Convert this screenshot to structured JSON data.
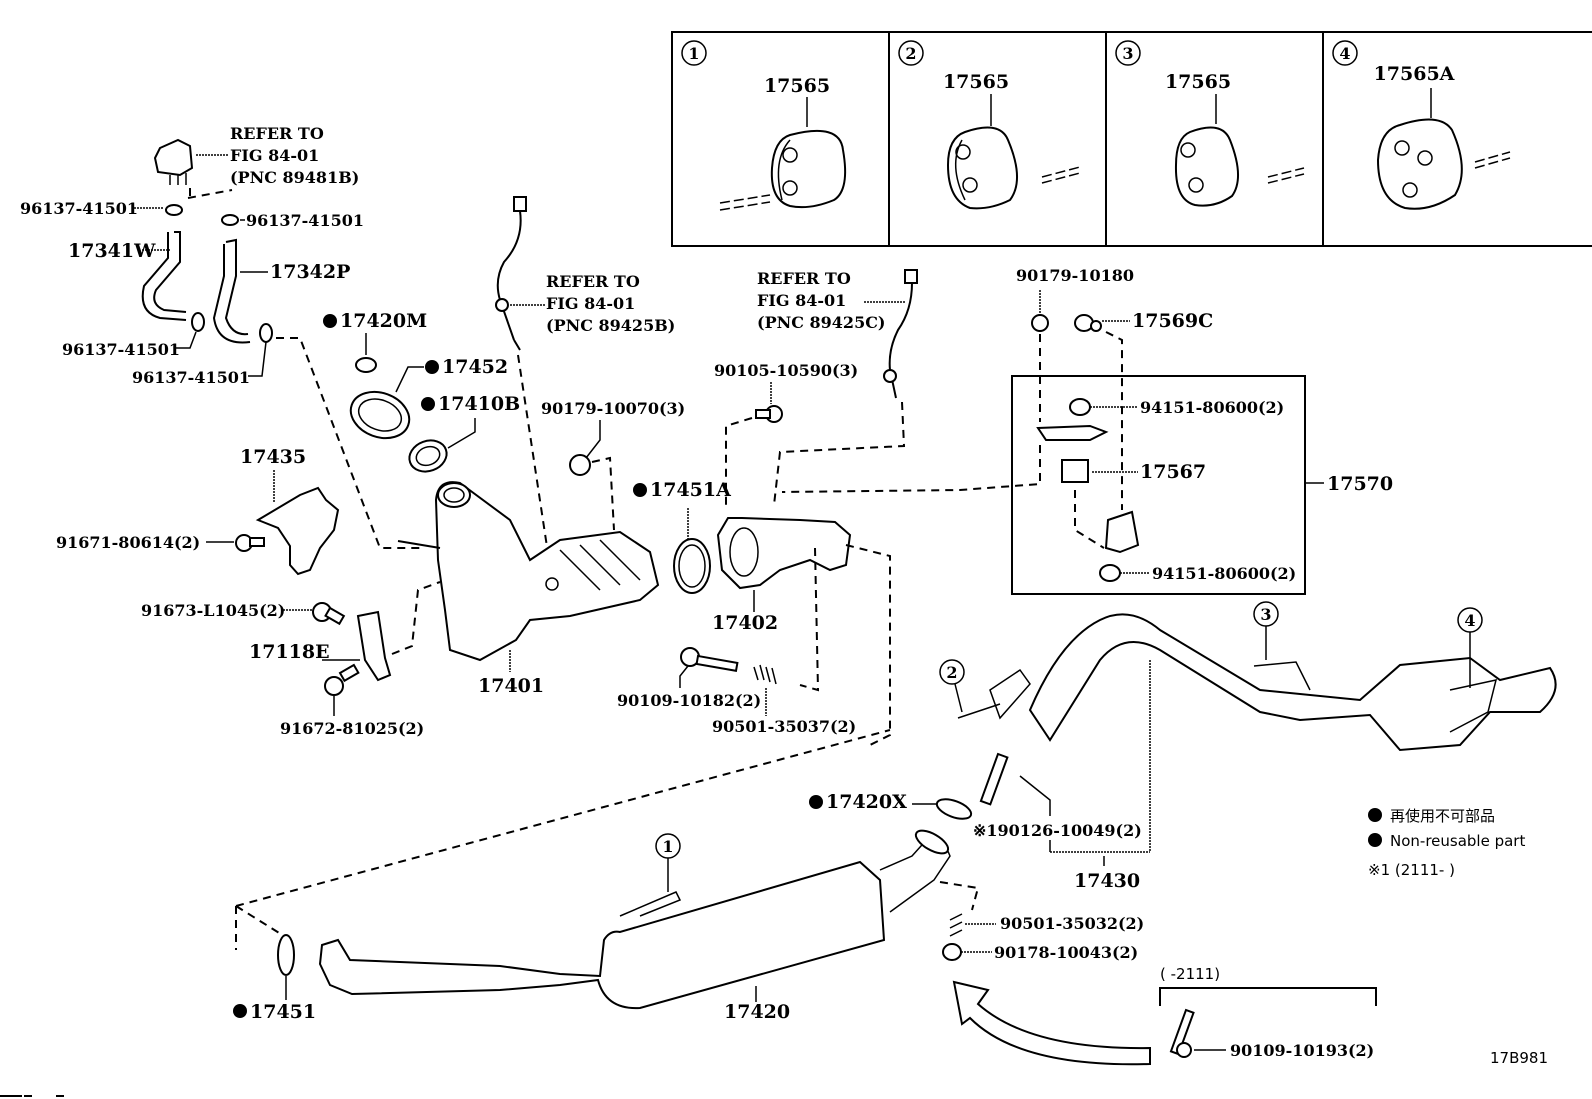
{
  "diagram": {
    "figure_id": "17B981",
    "insets": [
      {
        "index": "1",
        "part": "17565"
      },
      {
        "index": "2",
        "part": "17565"
      },
      {
        "index": "3",
        "part": "17565"
      },
      {
        "index": "4",
        "part": "17565A"
      }
    ],
    "refer_notes": [
      {
        "line1": "REFER TO",
        "line2": "FIG 84-01",
        "line3": "(PNC 89481B)"
      },
      {
        "line1": "REFER TO",
        "line2": "FIG 84-01",
        "line3": "(PNC 89425B)"
      },
      {
        "line1": "REFER TO",
        "line2": "FIG 84-01",
        "line3": "(PNC 89425C)"
      }
    ],
    "labels": {
      "clip_a": "96137-41501",
      "clip_b": "96137-41501",
      "clip_c": "96137-41501",
      "clip_d": "96137-41501",
      "hose_17341w": "17341W",
      "hose_17342p": "17342P",
      "p17420m": "17420M",
      "p17452": "17452",
      "p17410b": "17410B",
      "p17435": "17435",
      "bolt_91671": "91671-80614(2)",
      "bolt_91673": "91673-L1045(2)",
      "p17118e": "17118E",
      "bolt_91672": "91672-81025(2)",
      "p17401": "17401",
      "nut_90179_10070": "90179-10070(3)",
      "bolt_90105": "90105-10590(3)",
      "p17451a": "17451A",
      "p17402": "17402",
      "bolt_90109_10182": "90109-10182(2)",
      "spring_90501_35037": "90501-35037(2)",
      "nut_90179_10180": "90179-10180",
      "p17569c": "17569C",
      "nut_94151_top": "94151-80600(2)",
      "p17567": "17567",
      "nut_94151_bottom": "94151-80600(2)",
      "p17570": "17570",
      "p17420x": "17420X",
      "stud_90126": "※190126-10049(2)",
      "p17430": "17430",
      "p17420": "17420",
      "p17451": "17451",
      "spring_90501_35032": "90501-35032(2)",
      "nut_90178": "90178-10043(2)",
      "range_note": "(      -2111)",
      "bolt_90109_10193": "90109-10193(2)"
    },
    "callouts": {
      "c1": "1",
      "c2": "2",
      "c3": "3",
      "c4": "4"
    },
    "legend": {
      "non_reusable_jp": "再使用不可部品",
      "non_reusable_en": "Non-reusable part",
      "note1": "※1 (2111-      )"
    }
  }
}
